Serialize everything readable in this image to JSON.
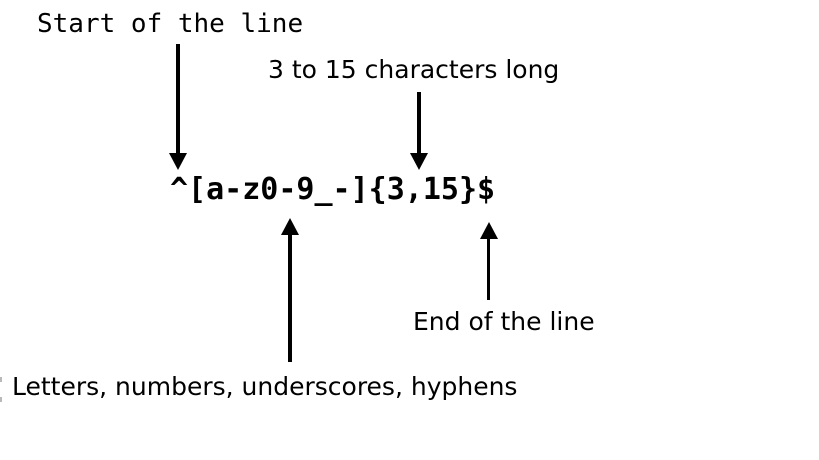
{
  "page": {
    "background_color": "#ffffff",
    "text_color": "#000000"
  },
  "regex": {
    "pattern": "^[a-z0-9_-]{3,15}$"
  },
  "annotations": {
    "start": "Start of the line",
    "length": "3 to 15 characters long",
    "charclass": "Letters, numbers, underscores, hyphens",
    "end": "End of the line"
  }
}
